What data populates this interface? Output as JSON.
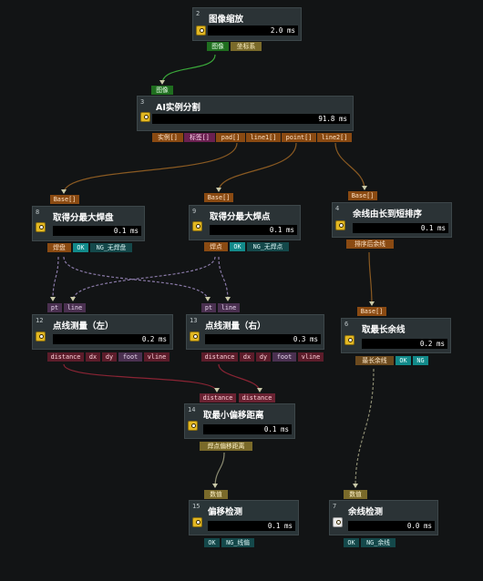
{
  "nodes": {
    "n2": {
      "id": "2",
      "title": "图像缩放",
      "time": "2.0 ms",
      "outputs": [
        "图像",
        "坐标系"
      ]
    },
    "n3": {
      "id": "3",
      "title": "AI实例分割",
      "time": "91.8 ms",
      "input": "图像",
      "outputs": [
        "实例[]",
        "标签[]",
        "pad[]",
        "line1[]",
        "point[]",
        "line2[]"
      ]
    },
    "n8": {
      "id": "8",
      "title": "取得分最大焊盘",
      "time": "0.1 ms",
      "input": "Base[]",
      "outputs": [
        "焊盘",
        "OK",
        "NG_无焊盘"
      ]
    },
    "n9": {
      "id": "9",
      "title": "取得分最大焊点",
      "time": "0.1 ms",
      "input": "Base[]",
      "outputs": [
        "焊点",
        "OK",
        "NG_无焊点"
      ]
    },
    "n4": {
      "id": "4",
      "title": "余线由长到短排序",
      "time": "0.1 ms",
      "input": "Base[]",
      "outputs": [
        "排序后余线"
      ]
    },
    "n12": {
      "id": "12",
      "title": "点线测量（左）",
      "time": "0.2 ms",
      "inputs": [
        "pt",
        "line"
      ],
      "outputs": [
        "distance",
        "dx",
        "dy",
        "foot",
        "vline"
      ]
    },
    "n13": {
      "id": "13",
      "title": "点线测量（右）",
      "time": "0.3 ms",
      "inputs": [
        "pt",
        "line"
      ],
      "outputs": [
        "distance",
        "dx",
        "dy",
        "foot",
        "vline"
      ]
    },
    "n6": {
      "id": "6",
      "title": "取最长余线",
      "time": "0.2 ms",
      "input": "Base[]",
      "outputs": [
        "最长余线",
        "OK",
        "NG"
      ]
    },
    "n14": {
      "id": "14",
      "title": "取最小偏移距离",
      "time": "0.1 ms",
      "inputs": [
        "distance",
        "distance"
      ],
      "outputs": [
        "焊点偏移距离"
      ]
    },
    "n15": {
      "id": "15",
      "title": "偏移检测",
      "time": "0.1 ms",
      "input": "数值",
      "outputs": [
        "OK",
        "NG_线偏"
      ]
    },
    "n7": {
      "id": "7",
      "title": "余线检测",
      "time": "0.0 ms",
      "input": "数值",
      "outputs": [
        "OK",
        "NG_余线"
      ]
    }
  },
  "colors": {
    "background": "#121415",
    "node": "#2b3336",
    "run": "#e3b823",
    "wire_green": "#3aa83a",
    "wire_brown": "#8a5a22",
    "wire_lilac": "#8a7aa8",
    "wire_dash": "#8c8c72",
    "wire_red": "#8a2434"
  }
}
